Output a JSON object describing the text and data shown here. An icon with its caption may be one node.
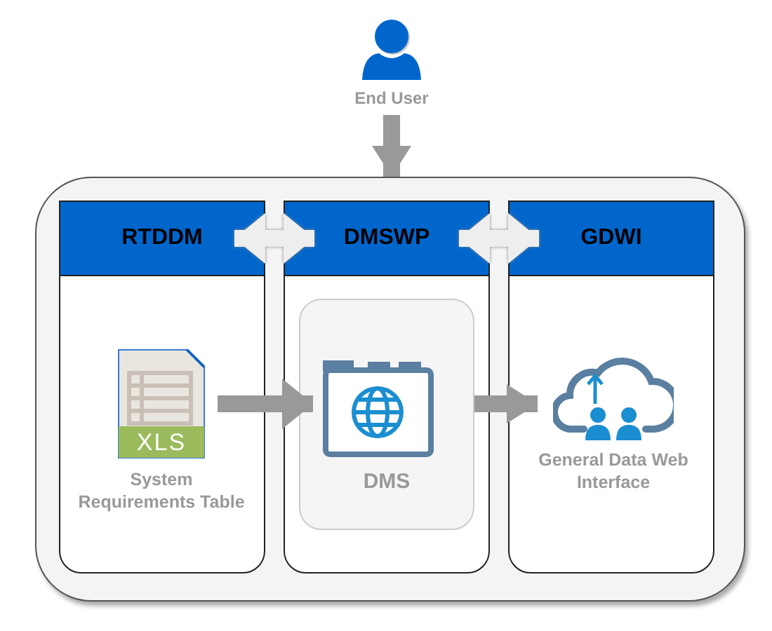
{
  "diagram": {
    "nodes": [
      {
        "text": [
          "End User"
        ]
      },
      {
        "text": [],
        "shape": "box"
      },
      {
        "text": [
          "RTDDM"
        ],
        "in": 1
      },
      {
        "text": [
          "DMSWP"
        ],
        "in": 1
      },
      {
        "text": [
          "GDWI"
        ],
        "in": 1
      },
      {
        "text": [
          "System Requirements Table"
        ],
        "in": 2
      },
      {
        "text": [
          "DMS"
        ],
        "in": 3
      },
      {
        "text": [
          "General Data Web Interface"
        ],
        "in": 4
      }
    ],
    "edges": [
      {
        "from": 0,
        "to": 1,
        "arrow": "to"
      },
      {
        "from": 2,
        "to": 3,
        "arrow": "both",
        "color": "#eeeeee"
      },
      {
        "from": 3,
        "to": 4,
        "arrow": "both",
        "color": "#eeeeee"
      },
      {
        "from": 5,
        "to": 6,
        "arrow": "to"
      },
      {
        "from": 6,
        "to": 7,
        "arrow": "to"
      }
    ],
    "labels": [
      "XLS"
    ]
  }
}
